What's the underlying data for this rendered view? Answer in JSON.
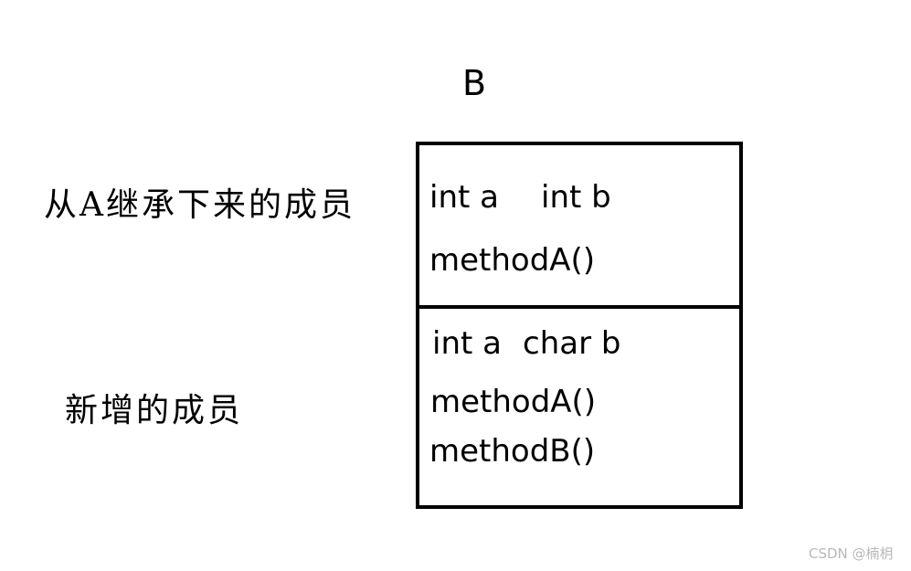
{
  "class_name": "B",
  "labels": {
    "inherited": "从A继承下来的成员",
    "new": "新增的成员"
  },
  "inherited_members": {
    "field_a": "int a",
    "field_b": "int b",
    "method_a": "methodA()"
  },
  "new_members": {
    "field_a": "int a",
    "field_b": "char b",
    "method_a": "methodA()",
    "method_b": "methodB()"
  },
  "watermark": "CSDN @楠枂"
}
